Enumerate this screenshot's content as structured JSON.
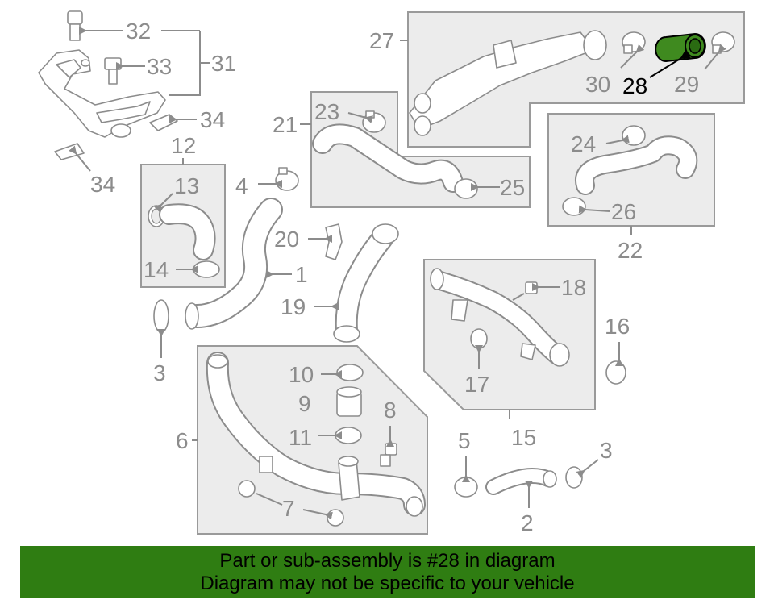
{
  "diagram": {
    "callouts": {
      "c1": "1",
      "c2": "2",
      "c3a": "3",
      "c3b": "3",
      "c4": "4",
      "c5": "5",
      "c6": "6",
      "c7": "7",
      "c8": "8",
      "c9": "9",
      "c10": "10",
      "c11": "11",
      "c12": "12",
      "c13": "13",
      "c14": "14",
      "c15": "15",
      "c16": "16",
      "c17": "17",
      "c18": "18",
      "c19": "19",
      "c20": "20",
      "c21": "21",
      "c22": "22",
      "c23": "23",
      "c24": "24",
      "c25": "25",
      "c26": "26",
      "c27": "27",
      "c28": "28",
      "c29": "29",
      "c30": "30",
      "c31": "31",
      "c32": "32",
      "c33": "33",
      "c34a": "34",
      "c34b": "34"
    },
    "highlighted_part": "28",
    "highlight_color": "#3f8a1f"
  },
  "banner": {
    "line1": "Part or sub-assembly is #28 in diagram",
    "line2": "Diagram may not be specific to your vehicle",
    "background": "#2f7d12"
  }
}
